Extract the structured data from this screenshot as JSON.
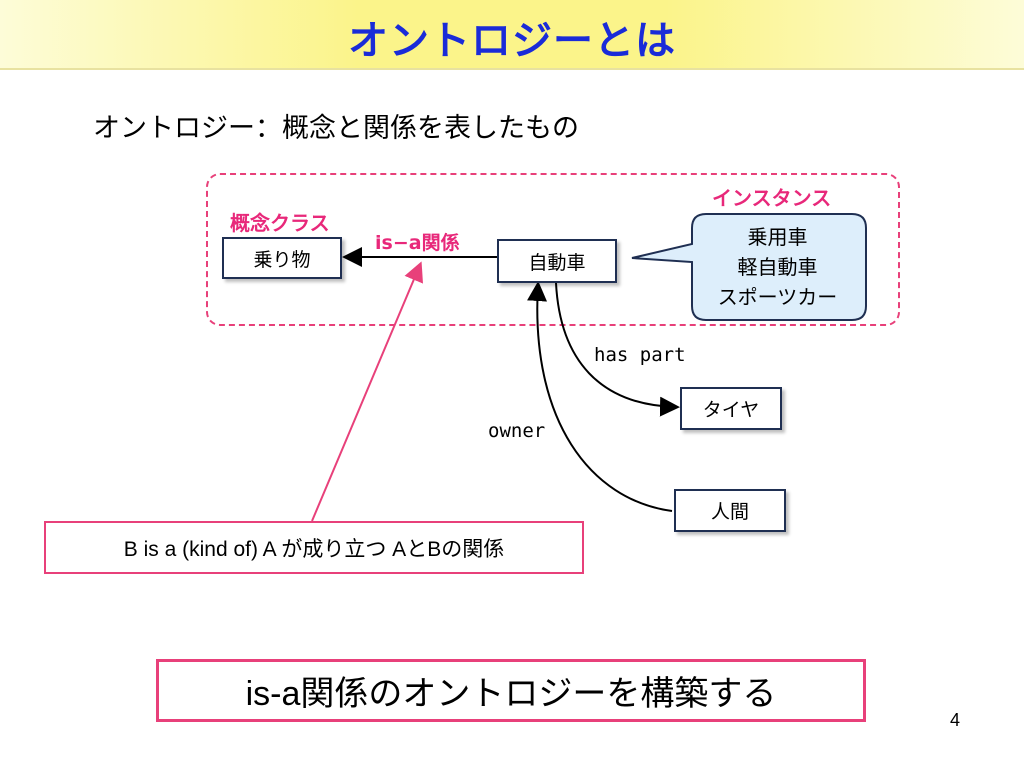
{
  "slide": {
    "title": "オントロジーとは",
    "subtitle": "オントロジー：概念と関係を表したもの",
    "page_number": "4"
  },
  "diagram": {
    "concept_class_label": "概念クラス",
    "instance_label": "インスタンス",
    "isa_label": "is−a関係",
    "nodes": {
      "vehicle": "乗り物",
      "car": "自動車",
      "tire": "タイヤ",
      "human": "人間"
    },
    "instances": [
      "乗用車",
      "軽自動車",
      "スポーツカー"
    ],
    "edges": {
      "has_part": "has part",
      "owner": "owner"
    },
    "explanation": "B is a (kind of) A が成り立つ AとBの関係",
    "conclusion": "is-a関係のオントロジーを構築する"
  },
  "colors": {
    "title": "#1a2bd8",
    "accent_pink": "#e8287a",
    "callout_fill": "#ddeefb",
    "box_border": "#1f2f52"
  }
}
